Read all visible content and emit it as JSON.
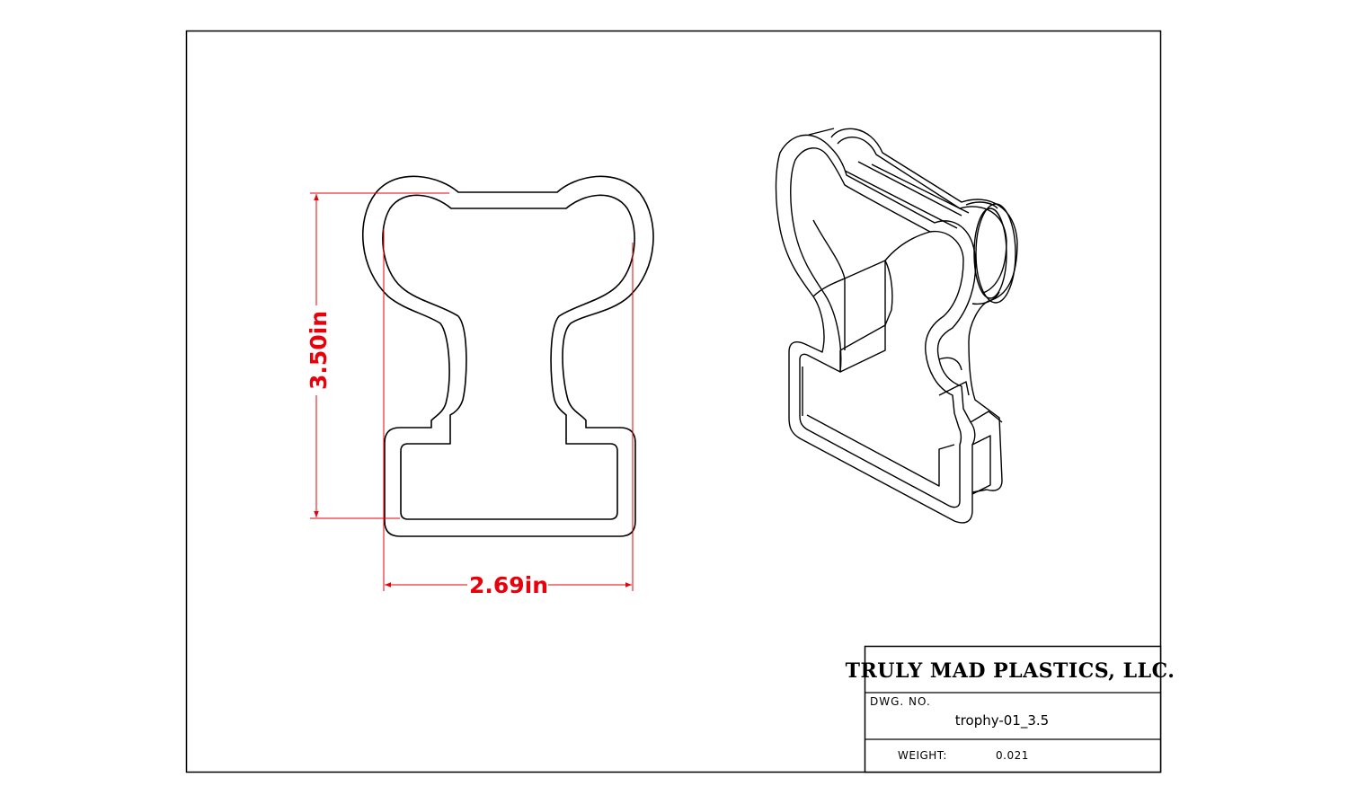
{
  "drawing": {
    "dimensions": {
      "height_label": "3.50in",
      "width_label": "2.69in"
    },
    "colors": {
      "dimension": "#e8000b",
      "outline": "#000000",
      "background": "#ffffff"
    }
  },
  "title_block": {
    "company": "TRULY MAD PLASTICS, LLC.",
    "dwg_no_label": "DWG. NO.",
    "dwg_no_value": "trophy-01_3.5",
    "weight_label": "WEIGHT:",
    "weight_value": "0.021"
  }
}
